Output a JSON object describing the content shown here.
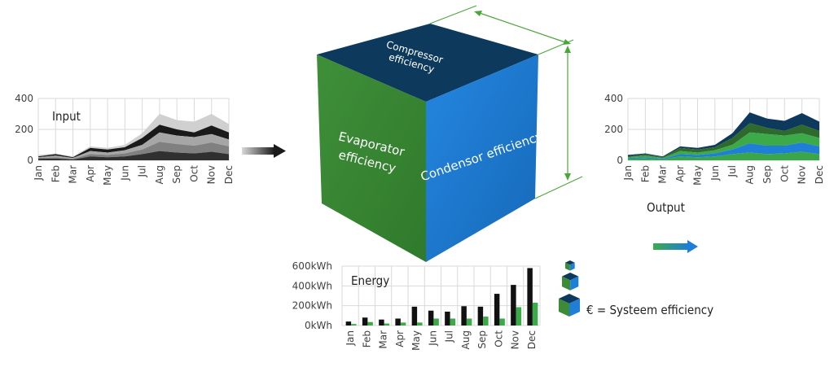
{
  "cube": {
    "top_label_line1": "Compressor",
    "top_label_line2": "efficiency",
    "left_label_line1": "Evaporator",
    "left_label_line2": "efficiency",
    "right_label": "Condensor efficiency",
    "colors": {
      "top": "#0d3a5c",
      "left": "#3d8b37",
      "right": "#1f7fd6",
      "arrow": "#4aa63a"
    }
  },
  "legend": {
    "label": "€ = Systeem efficiency"
  },
  "chart_data": [
    {
      "id": "input",
      "type": "area",
      "title": "Input",
      "categories": [
        "Jan",
        "Feb",
        "Mar",
        "Apr",
        "May",
        "Jun",
        "Jul",
        "Aug",
        "Sep",
        "Oct",
        "Nov",
        "Dec"
      ],
      "ylim": [
        0,
        400
      ],
      "yticks": [
        "0",
        "200",
        "400"
      ],
      "grid": true,
      "series": [
        {
          "values": [
            10,
            12,
            5,
            25,
            20,
            25,
            40,
            60,
            50,
            45,
            55,
            40
          ],
          "color": "#303030"
        },
        {
          "values": [
            5,
            8,
            5,
            15,
            15,
            20,
            30,
            60,
            55,
            50,
            60,
            50
          ],
          "color": "#808080"
        },
        {
          "values": [
            5,
            10,
            5,
            20,
            15,
            20,
            30,
            60,
            55,
            55,
            55,
            45
          ],
          "color": "#a6a6a6"
        },
        {
          "values": [
            5,
            10,
            5,
            20,
            20,
            20,
            45,
            50,
            40,
            30,
            55,
            45
          ],
          "color": "#1a1a1a"
        },
        {
          "values": [
            10,
            5,
            5,
            10,
            10,
            15,
            30,
            70,
            60,
            70,
            75,
            55
          ],
          "color": "#d0d0d0"
        }
      ]
    },
    {
      "id": "output",
      "type": "area",
      "title": "Output",
      "categories": [
        "Jan",
        "Feb",
        "Mar",
        "Apr",
        "May",
        "Jun",
        "Jul",
        "Aug",
        "Sep",
        "Oct",
        "Nov",
        "Dec"
      ],
      "ylim": [
        0,
        400
      ],
      "yticks": [
        "0",
        "200",
        "400"
      ],
      "grid": true,
      "series": [
        {
          "values": [
            10,
            12,
            5,
            25,
            20,
            25,
            40,
            50,
            40,
            45,
            55,
            40
          ],
          "color": "#3aa64a"
        },
        {
          "values": [
            5,
            8,
            5,
            15,
            15,
            20,
            30,
            60,
            55,
            50,
            60,
            50
          ],
          "color": "#1f7fd6"
        },
        {
          "values": [
            5,
            10,
            5,
            20,
            15,
            20,
            30,
            70,
            75,
            65,
            60,
            55
          ],
          "color": "#3daa4a"
        },
        {
          "values": [
            5,
            10,
            5,
            20,
            20,
            20,
            45,
            60,
            40,
            30,
            55,
            45
          ],
          "color": "#2e6a2e"
        },
        {
          "values": [
            10,
            5,
            5,
            10,
            10,
            15,
            30,
            70,
            60,
            65,
            75,
            60
          ],
          "color": "#0d3a5c"
        }
      ]
    },
    {
      "id": "energy",
      "type": "bar",
      "title": "Energy",
      "categories": [
        "Jan",
        "Feb",
        "Mar",
        "Apr",
        "May",
        "Jun",
        "Jul",
        "Aug",
        "Sep",
        "Oct",
        "Nov",
        "Dec"
      ],
      "ylim": [
        0,
        600
      ],
      "yticks": [
        "0kWh",
        "200kWh",
        "400kWh",
        "600kWh"
      ],
      "grid": true,
      "series": [
        {
          "values": [
            40,
            80,
            60,
            70,
            190,
            150,
            140,
            195,
            190,
            320,
            410,
            580
          ],
          "color": "#111111"
        },
        {
          "values": [
            15,
            35,
            20,
            30,
            30,
            70,
            70,
            70,
            90,
            70,
            185,
            230
          ],
          "color": "#3daa4a"
        }
      ]
    }
  ]
}
